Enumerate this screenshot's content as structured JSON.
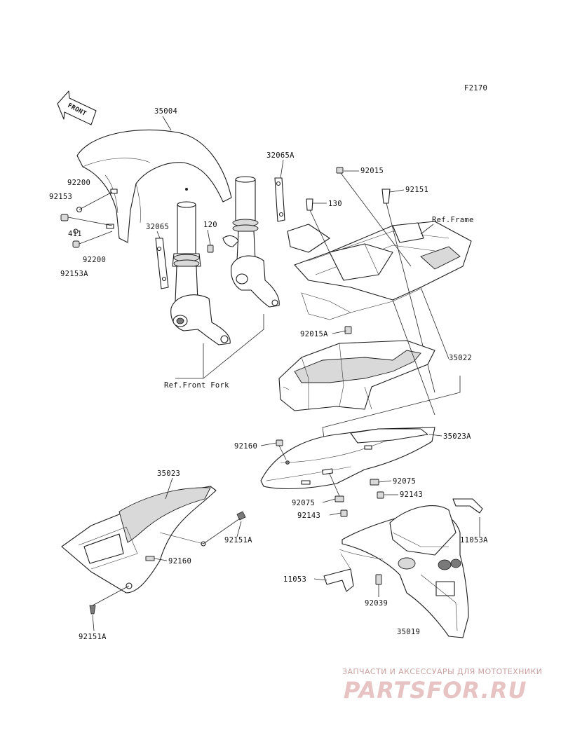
{
  "diagram_code": "F2170",
  "front_arrow": "FRONT",
  "labels": {
    "p35004": "35004",
    "p32065A": "32065A",
    "p92015": "92015",
    "p92151": "92151",
    "p130": "130",
    "refFrame": "Ref.Frame",
    "p92200a": "92200",
    "p92153": "92153",
    "p411": "411",
    "p32065": "32065",
    "p120": "120",
    "p92200b": "92200",
    "p92153A": "92153A",
    "p92015A": "92015A",
    "p35022": "35022",
    "refFrontFork": "Ref.Front Fork",
    "p92160a": "92160",
    "p35023A": "35023A",
    "p35023": "35023",
    "p92075a": "92075",
    "p92075b": "92075",
    "p92143a": "92143",
    "p92143b": "92143",
    "p92151Aa": "92151A",
    "p11053A": "11053A",
    "p92160b": "92160",
    "p11053": "11053",
    "p92039": "92039",
    "p92151Ab": "92151A",
    "p35019": "35019"
  },
  "watermark": {
    "caption": "ЗАПЧАСТИ И АКСЕССУАРЫ ДЛЯ МОТОТЕХНИКИ",
    "brand": "PARTSFOR.RU"
  }
}
